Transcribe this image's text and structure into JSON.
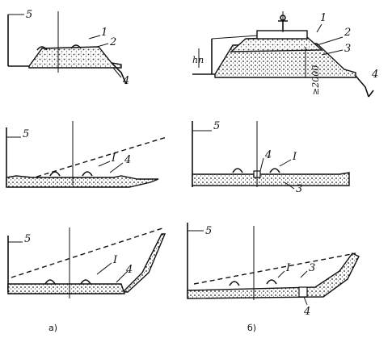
{
  "labels": {
    "n1": "1",
    "n2": "2",
    "n3": "3",
    "n4": "4",
    "n5": "5",
    "roman1": "I",
    "h": "hп",
    "dim": "≥2000"
  },
  "captions": {
    "a": "а)",
    "b": "б)"
  }
}
